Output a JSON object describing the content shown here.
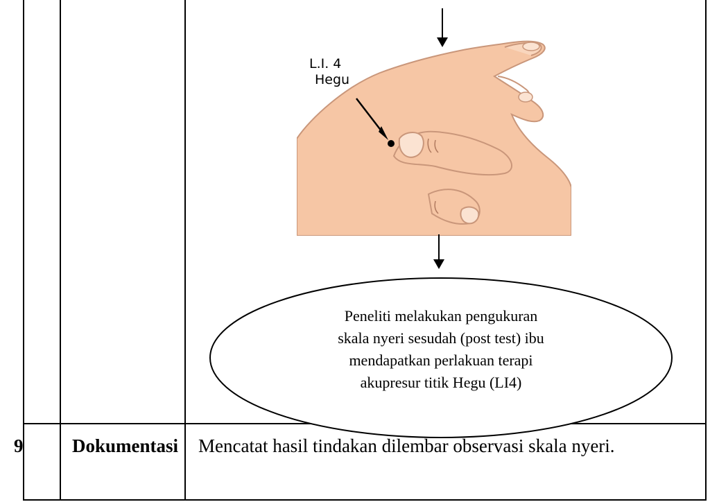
{
  "row_top": {
    "illustration": {
      "point_label": "L.I. 4",
      "point_name": "Hegu"
    },
    "ellipse_lines": [
      "Peneliti melakukan pengukuran",
      "skala nyeri sesudah (post test) ibu",
      "mendapatkan perlakuan terapi",
      "akupresur titik Hegu (LI4)"
    ]
  },
  "row_bottom": {
    "number": "9",
    "label": "Dokumentasi",
    "description": "Mencatat hasil tindakan dilembar observasi skala nyeri."
  }
}
